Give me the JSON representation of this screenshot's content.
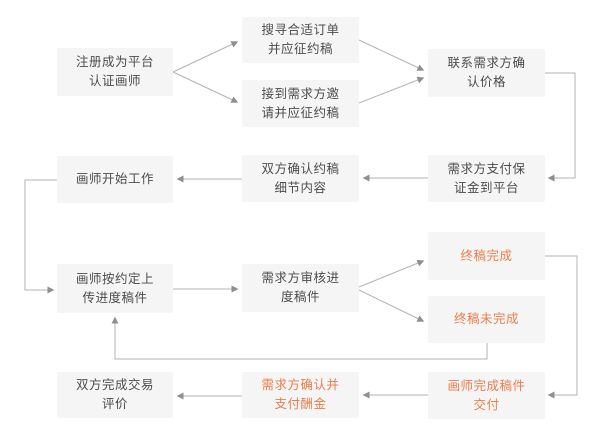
{
  "page": {
    "background": "#ffffff"
  },
  "diagram": {
    "type": "flowchart",
    "language": "zh-CN",
    "colors": {
      "box_bg": "#f5f5f5",
      "text": "#4c4c4c",
      "accent": "#ed7c4b",
      "line": "#b3b3b3",
      "arrowhead": "#8f8f8f"
    },
    "nodes": [
      {
        "id": "register-artist",
        "label": "注册成为平台\n认证画师",
        "color": "#4c4c4c"
      },
      {
        "id": "search-orders",
        "label": "搜寻合适订单\n并应征约稿",
        "color": "#4c4c4c"
      },
      {
        "id": "receive-invitation",
        "label": "接到需求方邀\n请并应征约稿",
        "color": "#4c4c4c"
      },
      {
        "id": "contact-confirm-price",
        "label": "联系需求方确\n认价格",
        "color": "#4c4c4c"
      },
      {
        "id": "demander-pay-deposit",
        "label": "需求方支付保\n证金到平台",
        "color": "#4c4c4c"
      },
      {
        "id": "confirm-commission-details",
        "label": "双方确认约稿\n细节内容",
        "color": "#4c4c4c"
      },
      {
        "id": "artist-start-work",
        "label": "画师开始工作",
        "color": "#4c4c4c"
      },
      {
        "id": "upload-progress-drafts",
        "label": "画师按约定上\n传进度稿件",
        "color": "#4c4c4c"
      },
      {
        "id": "review-progress-drafts",
        "label": "需求方审核进\n度稿件",
        "color": "#4c4c4c"
      },
      {
        "id": "final-draft-complete",
        "label": "终稿完成",
        "color": "#ed7c4b"
      },
      {
        "id": "final-draft-incomplete",
        "label": "终稿未完成",
        "color": "#ed7c4b"
      },
      {
        "id": "complete-transaction-evaluation",
        "label": "双方完成交易\n评价",
        "color": "#4c4c4c"
      },
      {
        "id": "demander-confirm-pay",
        "label": "需求方确认并\n支付酬金",
        "color": "#ed7c4b"
      },
      {
        "id": "artist-deliver-final",
        "label": "画师完成稿件\n交付",
        "color": "#ed7c4b"
      }
    ],
    "edges": [
      {
        "from": "register-artist",
        "to": "search-orders"
      },
      {
        "from": "register-artist",
        "to": "receive-invitation"
      },
      {
        "from": "search-orders",
        "to": "contact-confirm-price"
      },
      {
        "from": "receive-invitation",
        "to": "contact-confirm-price"
      },
      {
        "from": "contact-confirm-price",
        "to": "demander-pay-deposit"
      },
      {
        "from": "demander-pay-deposit",
        "to": "confirm-commission-details"
      },
      {
        "from": "confirm-commission-details",
        "to": "artist-start-work"
      },
      {
        "from": "artist-start-work",
        "to": "upload-progress-drafts"
      },
      {
        "from": "upload-progress-drafts",
        "to": "review-progress-drafts"
      },
      {
        "from": "review-progress-drafts",
        "to": "final-draft-complete"
      },
      {
        "from": "review-progress-drafts",
        "to": "final-draft-incomplete"
      },
      {
        "from": "final-draft-complete",
        "to": "artist-deliver-final"
      },
      {
        "from": "final-draft-incomplete",
        "to": "upload-progress-drafts"
      },
      {
        "from": "artist-deliver-final",
        "to": "demander-confirm-pay"
      },
      {
        "from": "demander-confirm-pay",
        "to": "complete-transaction-evaluation"
      }
    ]
  }
}
